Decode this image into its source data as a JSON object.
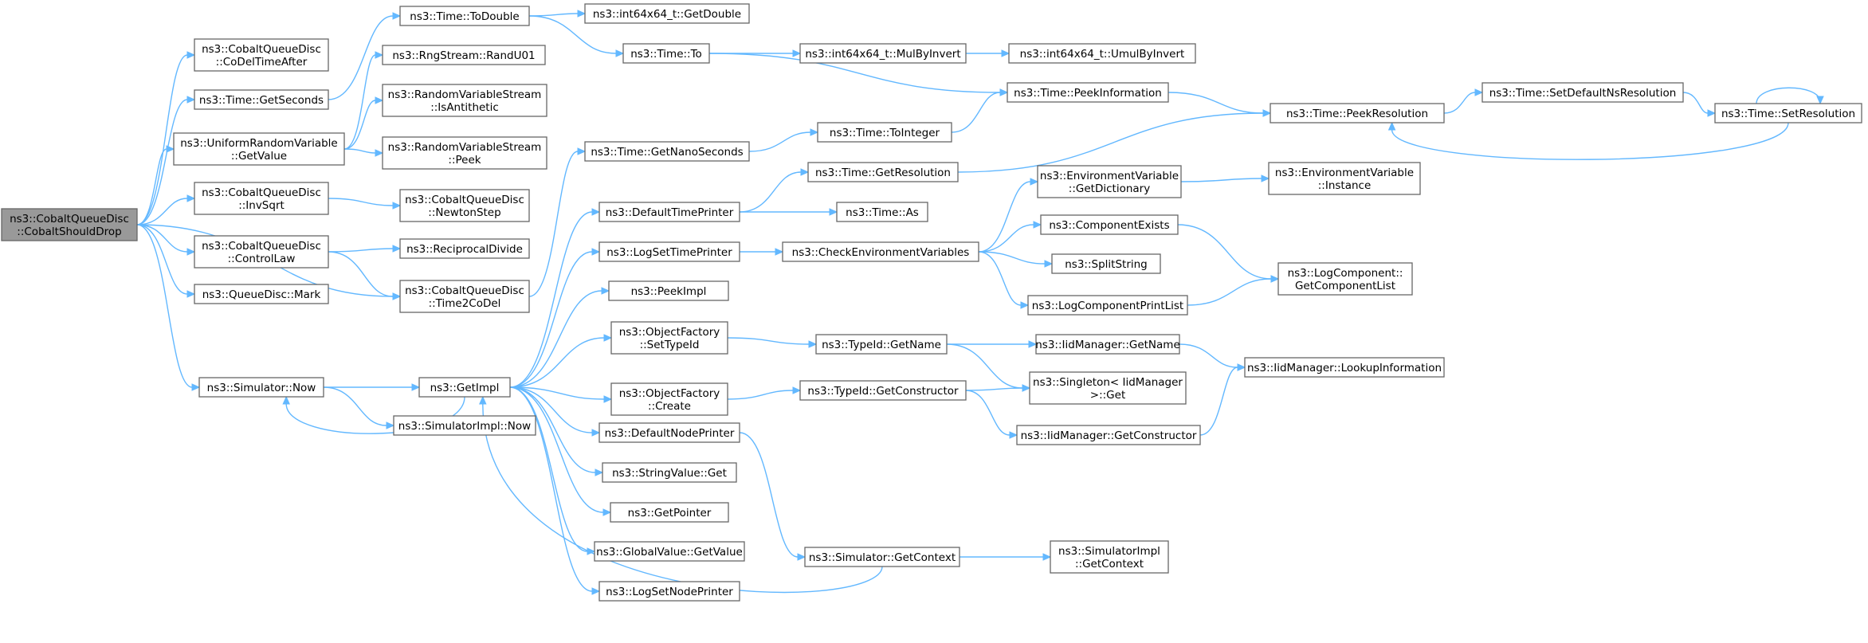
{
  "title": "",
  "colors": {
    "edge": "#63b8ff",
    "node_border": "#666666",
    "root_fill": "#999999",
    "node_fill": "#ffffff"
  },
  "nodes": [
    {
      "id": "root",
      "lines": [
        "ns3::CobaltQueueDisc",
        "::CobaltShouldDrop"
      ],
      "root": true
    },
    {
      "id": "codel_after",
      "lines": [
        "ns3::CobaltQueueDisc",
        "::CoDelTimeAfter"
      ]
    },
    {
      "id": "get_seconds",
      "lines": [
        "ns3::Time::GetSeconds"
      ]
    },
    {
      "id": "uniform_getvalue",
      "lines": [
        "ns3::UniformRandomVariable",
        "::GetValue"
      ]
    },
    {
      "id": "invsqrt",
      "lines": [
        "ns3::CobaltQueueDisc",
        "::InvSqrt"
      ]
    },
    {
      "id": "controllaw",
      "lines": [
        "ns3::CobaltQueueDisc",
        "::ControlLaw"
      ]
    },
    {
      "id": "mark",
      "lines": [
        "ns3::QueueDisc::Mark"
      ]
    },
    {
      "id": "sim_now",
      "lines": [
        "ns3::Simulator::Now"
      ]
    },
    {
      "id": "todouble",
      "lines": [
        "ns3::Time::ToDouble"
      ]
    },
    {
      "id": "randu01",
      "lines": [
        "ns3::RngStream::RandU01"
      ]
    },
    {
      "id": "isantithetic",
      "lines": [
        "ns3::RandomVariableStream",
        "::IsAntithetic"
      ]
    },
    {
      "id": "peek_stream",
      "lines": [
        "ns3::RandomVariableStream",
        "::Peek"
      ]
    },
    {
      "id": "newtonstep",
      "lines": [
        "ns3::CobaltQueueDisc",
        "::NewtonStep"
      ]
    },
    {
      "id": "reciprocal",
      "lines": [
        "ns3::ReciprocalDivide"
      ]
    },
    {
      "id": "time2codel",
      "lines": [
        "ns3::CobaltQueueDisc",
        "::Time2CoDel"
      ]
    },
    {
      "id": "getimpl",
      "lines": [
        "ns3::GetImpl"
      ]
    },
    {
      "id": "simimpl_now",
      "lines": [
        "ns3::SimulatorImpl::Now"
      ]
    },
    {
      "id": "int_getdouble",
      "lines": [
        "ns3::int64x64_t::GetDouble"
      ]
    },
    {
      "id": "time_to",
      "lines": [
        "ns3::Time::To"
      ]
    },
    {
      "id": "getnanoseconds",
      "lines": [
        "ns3::Time::GetNanoSeconds"
      ]
    },
    {
      "id": "defaulttimeprinter",
      "lines": [
        "ns3::DefaultTimePrinter"
      ]
    },
    {
      "id": "logsettimeprinter",
      "lines": [
        "ns3::LogSetTimePrinter"
      ]
    },
    {
      "id": "peekimpl",
      "lines": [
        "ns3::PeekImpl"
      ]
    },
    {
      "id": "of_settypeid",
      "lines": [
        "ns3::ObjectFactory",
        "::SetTypeId"
      ]
    },
    {
      "id": "of_create",
      "lines": [
        "ns3::ObjectFactory",
        "::Create"
      ]
    },
    {
      "id": "defaultnodeprinter",
      "lines": [
        "ns3::DefaultNodePrinter"
      ]
    },
    {
      "id": "stringvalue_get",
      "lines": [
        "ns3::StringValue::Get"
      ]
    },
    {
      "id": "getpointer",
      "lines": [
        "ns3::GetPointer"
      ]
    },
    {
      "id": "globalvalue_getvalue",
      "lines": [
        "ns3::GlobalValue::GetValue"
      ]
    },
    {
      "id": "logsetnodeprinter",
      "lines": [
        "ns3::LogSetNodePrinter"
      ]
    },
    {
      "id": "mulbyinvert",
      "lines": [
        "ns3::int64x64_t::MulByInvert"
      ]
    },
    {
      "id": "umulbyinvert",
      "lines": [
        "ns3::int64x64_t::UmulByInvert"
      ]
    },
    {
      "id": "tointeger",
      "lines": [
        "ns3::Time::ToInteger"
      ]
    },
    {
      "id": "getresolution",
      "lines": [
        "ns3::Time::GetResolution"
      ]
    },
    {
      "id": "time_as",
      "lines": [
        "ns3::Time::As"
      ]
    },
    {
      "id": "checkenv",
      "lines": [
        "ns3::CheckEnvironmentVariables"
      ]
    },
    {
      "id": "typeid_getname",
      "lines": [
        "ns3::TypeId::GetName"
      ]
    },
    {
      "id": "typeid_getconstructor",
      "lines": [
        "ns3::TypeId::GetConstructor"
      ]
    },
    {
      "id": "sim_getcontext",
      "lines": [
        "ns3::Simulator::GetContext"
      ]
    },
    {
      "id": "peekinformation",
      "lines": [
        "ns3::Time::PeekInformation"
      ]
    },
    {
      "id": "env_getdictionary",
      "lines": [
        "ns3::EnvironmentVariable",
        "::GetDictionary"
      ]
    },
    {
      "id": "componentexists",
      "lines": [
        "ns3::ComponentExists"
      ]
    },
    {
      "id": "splitstring",
      "lines": [
        "ns3::SplitString"
      ]
    },
    {
      "id": "logcomponentprintlist",
      "lines": [
        "ns3::LogComponentPrintList"
      ]
    },
    {
      "id": "iid_getname",
      "lines": [
        "ns3::IidManager::GetName"
      ]
    },
    {
      "id": "singleton_get",
      "lines": [
        "ns3::Singleton< IidManager",
        " >::Get"
      ]
    },
    {
      "id": "iid_getconstructor",
      "lines": [
        "ns3::IidManager::GetConstructor"
      ]
    },
    {
      "id": "simimpl_getcontext",
      "lines": [
        "ns3::SimulatorImpl",
        "::GetContext"
      ]
    },
    {
      "id": "peekresolution",
      "lines": [
        "ns3::Time::PeekResolution"
      ]
    },
    {
      "id": "env_instance",
      "lines": [
        "ns3::EnvironmentVariable",
        "::Instance"
      ]
    },
    {
      "id": "logcomponent_getlist",
      "lines": [
        "ns3::LogComponent::",
        "GetComponentList"
      ]
    },
    {
      "id": "iid_lookup",
      "lines": [
        "ns3::IidManager::LookupInformation"
      ]
    },
    {
      "id": "setdefaultnsresolution",
      "lines": [
        "ns3::Time::SetDefaultNsResolution"
      ]
    },
    {
      "id": "setresolution",
      "lines": [
        "ns3::Time::SetResolution"
      ]
    }
  ],
  "edges": [
    [
      "root",
      "codel_after"
    ],
    [
      "root",
      "get_seconds"
    ],
    [
      "root",
      "uniform_getvalue"
    ],
    [
      "root",
      "invsqrt"
    ],
    [
      "root",
      "controllaw"
    ],
    [
      "root",
      "mark"
    ],
    [
      "root",
      "time2codel"
    ],
    [
      "root",
      "sim_now"
    ],
    [
      "get_seconds",
      "todouble"
    ],
    [
      "uniform_getvalue",
      "randu01"
    ],
    [
      "uniform_getvalue",
      "isantithetic"
    ],
    [
      "uniform_getvalue",
      "peek_stream"
    ],
    [
      "invsqrt",
      "newtonstep"
    ],
    [
      "controllaw",
      "reciprocal"
    ],
    [
      "controllaw",
      "time2codel"
    ],
    [
      "time2codel",
      "getnanoseconds"
    ],
    [
      "sim_now",
      "getimpl"
    ],
    [
      "sim_now",
      "simimpl_now"
    ],
    [
      "todouble",
      "int_getdouble"
    ],
    [
      "todouble",
      "time_to"
    ],
    [
      "time_to",
      "mulbyinvert"
    ],
    [
      "time_to",
      "peekinformation"
    ],
    [
      "mulbyinvert",
      "umulbyinvert"
    ],
    [
      "getnanoseconds",
      "tointeger"
    ],
    [
      "tointeger",
      "peekinformation"
    ],
    [
      "peekinformation",
      "peekresolution"
    ],
    [
      "getresolution",
      "peekresolution"
    ],
    [
      "peekresolution",
      "setdefaultnsresolution"
    ],
    [
      "setdefaultnsresolution",
      "setresolution"
    ],
    [
      "setresolution",
      "peekresolution"
    ],
    [
      "setresolution",
      "setresolution"
    ],
    [
      "getimpl",
      "defaulttimeprinter"
    ],
    [
      "getimpl",
      "logsettimeprinter"
    ],
    [
      "getimpl",
      "peekimpl"
    ],
    [
      "getimpl",
      "of_settypeid"
    ],
    [
      "getimpl",
      "of_create"
    ],
    [
      "getimpl",
      "defaultnodeprinter"
    ],
    [
      "getimpl",
      "stringvalue_get"
    ],
    [
      "getimpl",
      "getpointer"
    ],
    [
      "getimpl",
      "globalvalue_getvalue"
    ],
    [
      "getimpl",
      "logsetnodeprinter"
    ],
    [
      "getimpl",
      "sim_now"
    ],
    [
      "defaulttimeprinter",
      "getresolution"
    ],
    [
      "defaulttimeprinter",
      "time_as"
    ],
    [
      "logsettimeprinter",
      "checkenv"
    ],
    [
      "checkenv",
      "env_getdictionary"
    ],
    [
      "checkenv",
      "componentexists"
    ],
    [
      "checkenv",
      "splitstring"
    ],
    [
      "checkenv",
      "logcomponentprintlist"
    ],
    [
      "env_getdictionary",
      "env_instance"
    ],
    [
      "componentexists",
      "logcomponent_getlist"
    ],
    [
      "logcomponentprintlist",
      "logcomponent_getlist"
    ],
    [
      "of_settypeid",
      "typeid_getname"
    ],
    [
      "of_create",
      "typeid_getconstructor"
    ],
    [
      "typeid_getname",
      "iid_getname"
    ],
    [
      "typeid_getname",
      "singleton_get"
    ],
    [
      "typeid_getconstructor",
      "singleton_get"
    ],
    [
      "typeid_getconstructor",
      "iid_getconstructor"
    ],
    [
      "iid_getname",
      "iid_lookup"
    ],
    [
      "iid_getconstructor",
      "iid_lookup"
    ],
    [
      "defaultnodeprinter",
      "sim_getcontext"
    ],
    [
      "sim_getcontext",
      "simimpl_getcontext"
    ],
    [
      "sim_getcontext",
      "getimpl"
    ]
  ]
}
